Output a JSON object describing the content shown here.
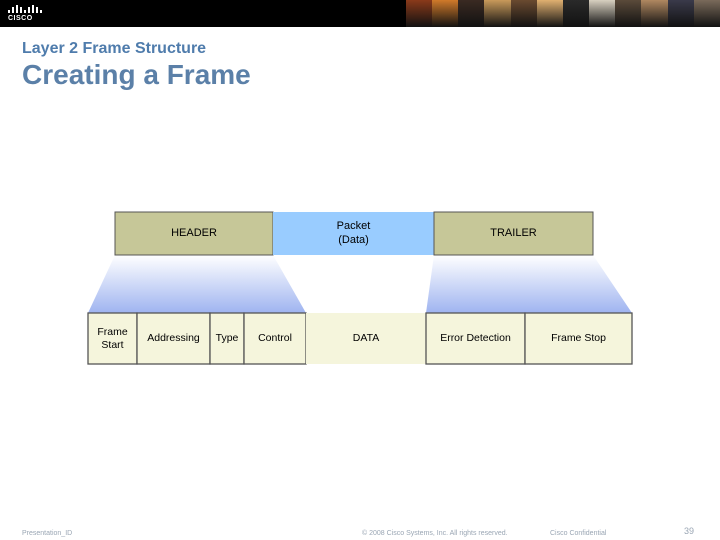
{
  "slide": {
    "subtitle": "Layer 2 Frame Structure",
    "title": "Creating a Frame"
  },
  "header": {
    "logo_text": "CISCO",
    "photo_colors": [
      "#8a3a1a",
      "#d07a2a",
      "#3a2a22",
      "#c89a5a",
      "#6a4a30",
      "#e0b070",
      "#2a2a2a",
      "#d8d0c0",
      "#5a4a3a",
      "#b08860",
      "#3a3a4a",
      "#7a6a5a"
    ]
  },
  "diagram": {
    "frame_top": {
      "header_label": "HEADER",
      "packet_label_line1": "Packet",
      "packet_label_line2": "(Data)",
      "trailer_label": "TRAILER"
    },
    "frame_fields": [
      {
        "label_line1": "Frame",
        "label_line2": "Start"
      },
      {
        "label_line1": "Addressing",
        "label_line2": ""
      },
      {
        "label_line1": "Type",
        "label_line2": ""
      },
      {
        "label_line1": "Control",
        "label_line2": ""
      },
      {
        "label_line1": "DATA",
        "label_line2": ""
      },
      {
        "label_line1": "Error Detection",
        "label_line2": ""
      },
      {
        "label_line1": "Frame Stop",
        "label_line2": ""
      }
    ],
    "colors": {
      "header_fill": "#c6c798",
      "packet_fill": "#99ccff",
      "field_fill": "#f5f5dc",
      "border": "#555555"
    }
  },
  "footer": {
    "left": "Presentation_ID",
    "center": "© 2008 Cisco Systems, Inc. All rights reserved.",
    "right": "Cisco Confidential",
    "page": "39"
  }
}
